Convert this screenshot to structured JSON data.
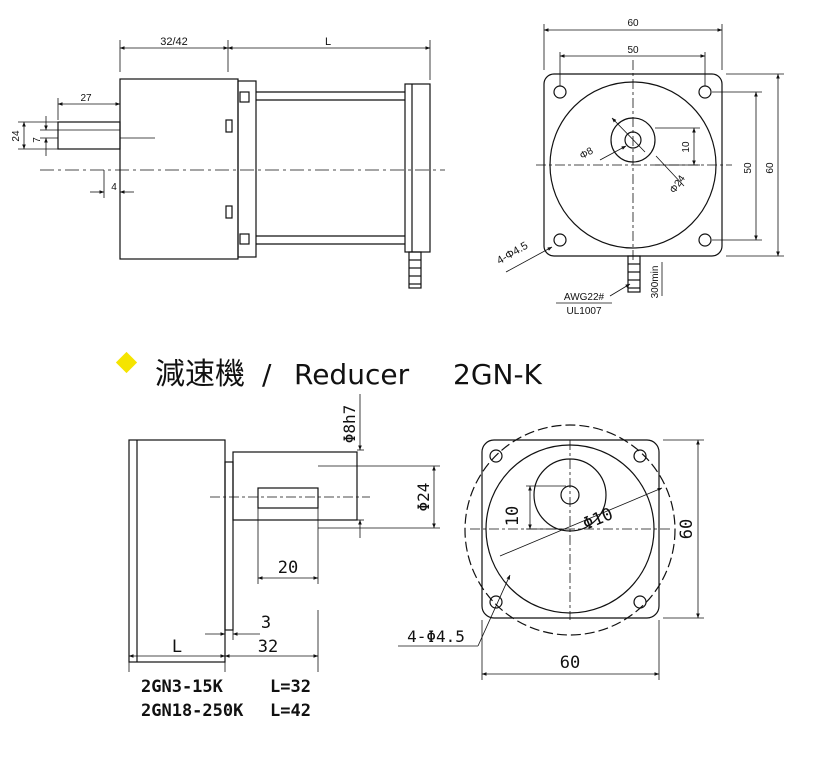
{
  "colors": {
    "line": "#111111",
    "bullet": "#f5e400",
    "background": "#ffffff"
  },
  "motor_side": {
    "dims": {
      "flange_len": "32/42",
      "body_len": "L",
      "shaft_len": "27",
      "flange_h": "24",
      "shaft_d": "7",
      "key": "4"
    }
  },
  "motor_front": {
    "dims": {
      "width_outer": "60",
      "hole_pitch_w": "50",
      "hole_pitch_h": "50",
      "height_outer": "60",
      "hub_d": "Φ8",
      "bore_depth": "10",
      "pilot_d": "Φ24",
      "holes": "4-Φ4.5",
      "wire_spec": "AWG22#",
      "wire_std": "UL1007",
      "lead_len": "300min"
    }
  },
  "heading": {
    "bullet_icon": "diamond",
    "label_cn": "減速機",
    "separator": "/",
    "label_en": "Reducer",
    "model": "2GN-K"
  },
  "reducer_side": {
    "dims": {
      "shaft_fit": "Φ8h7",
      "pilot_d": "Φ24",
      "shaft_len": "20",
      "spigot": "3",
      "body_len": "32",
      "gear_len": "L"
    }
  },
  "reducer_front": {
    "dims": {
      "bore_depth": "10",
      "hub_d": "Φ10",
      "height": "60",
      "holes": "4-Φ4.5",
      "width": "60"
    }
  },
  "spec_table": [
    {
      "model": "2GN3-15K",
      "length": "L=32"
    },
    {
      "model": "2GN18-250K",
      "length": "L=42"
    }
  ]
}
